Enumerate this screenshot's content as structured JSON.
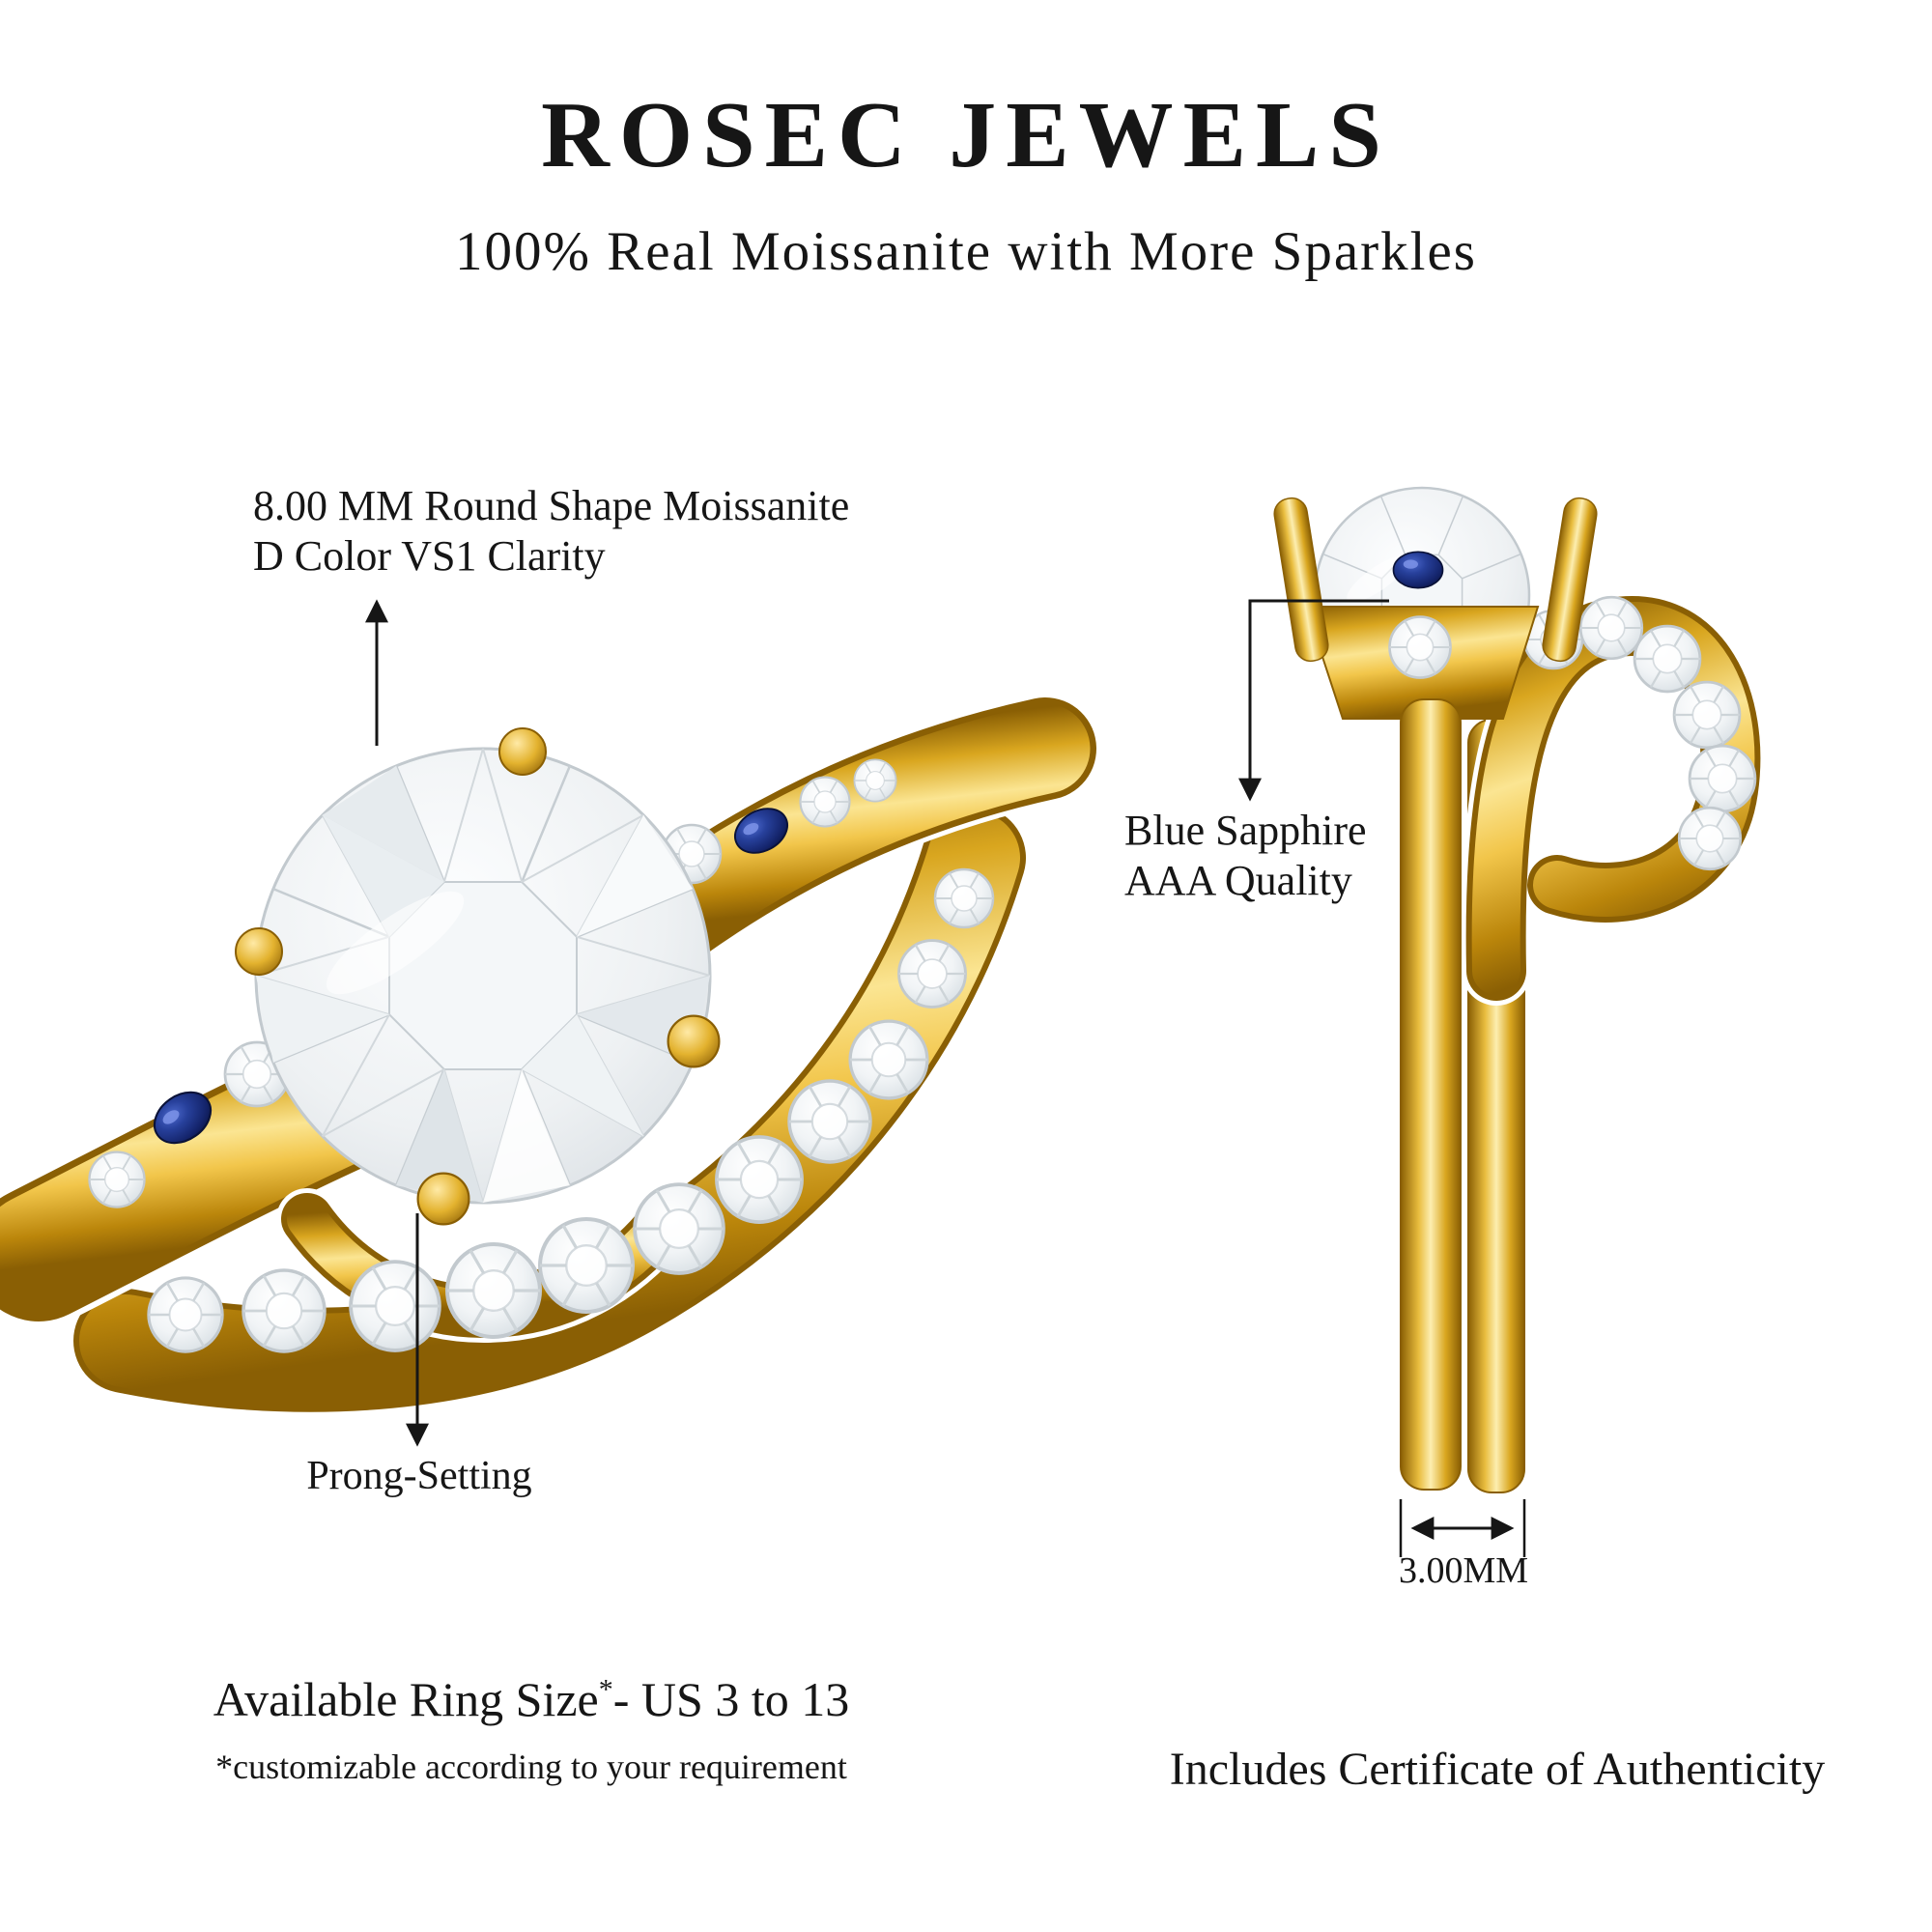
{
  "header": {
    "brand": "ROSEC JEWELS",
    "tagline": "100% Real Moissanite with More Sparkles"
  },
  "callouts": {
    "center_stone": {
      "line1": "8.00 MM Round Shape Moissanite",
      "line2": "D Color VS1 Clarity"
    },
    "prong": {
      "label": "Prong-Setting"
    },
    "sapphire": {
      "line1": "Blue Sapphire",
      "line2": "AAA Quality"
    },
    "band_width": {
      "label": "3.00MM"
    }
  },
  "footer": {
    "ring_size_label": "Available Ring Size",
    "ring_size_asterisk": "*",
    "ring_size_value": "- US 3 to 13",
    "customization_note": "*customizable according to your requirement",
    "certificate_note": "Includes Certificate of Authenticity"
  },
  "illustrations": {
    "front_view": "gold-bridal-ring-set-front-view",
    "side_view": "gold-bridal-ring-set-side-view"
  },
  "colors": {
    "gold": "#E3AE2A",
    "gold_dark": "#8A5F04",
    "gold_light": "#FDEEB0",
    "sapphire_blue": "#14246B",
    "diamond_white": "#F2F4F6",
    "text": "#161616",
    "background": "#FFFFFF"
  }
}
